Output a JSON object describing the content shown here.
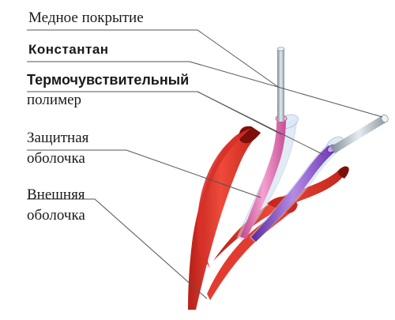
{
  "labels": {
    "copper_coating": "Медное покрытие",
    "constantan": "Константан",
    "polymer_line1": "Термочувствительный",
    "polymer_line2": "полимер",
    "protective_line1": "Защитная",
    "protective_line2": "оболочка",
    "outer_line1": "Внешняя",
    "outer_line2": "оболочка"
  },
  "colors": {
    "outer_sheath": "#e8342b",
    "outer_sheath_dark": "#a81a14",
    "protective_sheath": "#c9dcef",
    "polymer_pink": "#e36fb0",
    "polymer_purple": "#8a4ccf",
    "copper_wire": "#a9b4bd",
    "leader_line": "#555555"
  }
}
